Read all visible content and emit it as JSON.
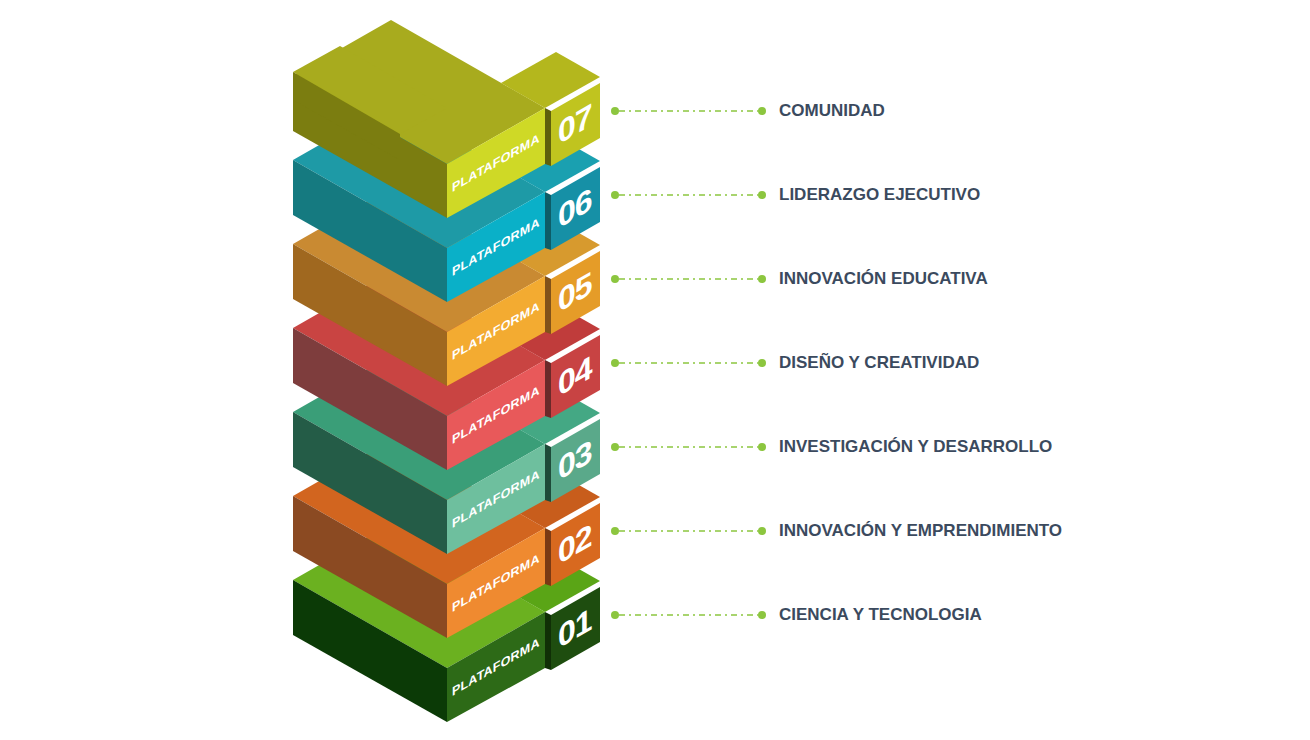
{
  "diagram": {
    "nodes": [
      {
        "text": [
          "PLATAFORMA",
          "07"
        ]
      },
      {
        "text": [
          "PLATAFORMA",
          "06"
        ]
      },
      {
        "text": [
          "PLATAFORMA",
          "05"
        ]
      },
      {
        "text": [
          "PLATAFORMA",
          "04"
        ]
      },
      {
        "text": [
          "PLATAFORMA",
          "03"
        ]
      },
      {
        "text": [
          "PLATAFORMA",
          "02"
        ]
      },
      {
        "text": [
          "PLATAFORMA",
          "01"
        ]
      }
    ],
    "labels": [
      "COMUNIDAD",
      "LIDERAZGO EJECUTIVO",
      "INNOVACIÓN EDUCATIVA",
      "DISEÑO Y CREATIVIDAD",
      "INVESTIGACIÓN Y DESARROLLO",
      "INNOVACIÓN Y EMPRENDIMIENTO",
      "CIENCIA Y TECNOLOGIA"
    ]
  }
}
